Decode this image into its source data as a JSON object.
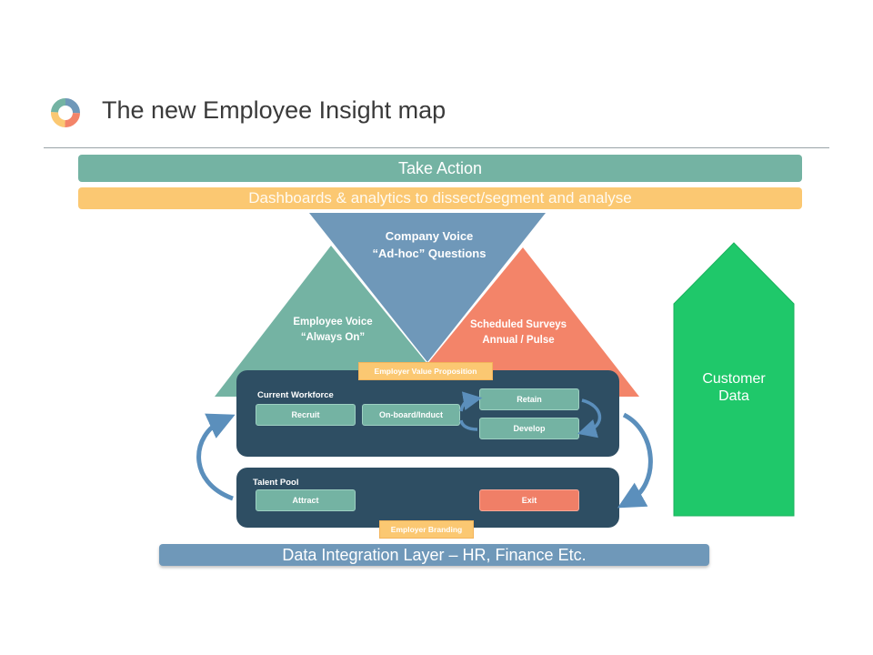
{
  "header": {
    "title": "The new Employee Insight map"
  },
  "bands": {
    "take_action": "Take Action",
    "dashboards": "Dashboards & analytics to dissect/segment and analyse",
    "data_integration": "Data Integration Layer – HR, Finance Etc."
  },
  "triangles": {
    "company_voice": {
      "line1": "Company  Voice",
      "line2": "“Ad-hoc” Questions",
      "color": "#6f98b9"
    },
    "employee_voice": {
      "line1": "Employee Voice",
      "line2": "“Always On”",
      "color": "#74b3a3"
    },
    "scheduled_surveys": {
      "line1": "Scheduled Surveys",
      "line2": "Annual / Pulse",
      "color": "#f38469"
    }
  },
  "workforce": {
    "tag": "Employer Value Proposition",
    "title": "Current Workforce",
    "recruit": "Recruit",
    "onboard": "On-board/Induct",
    "retain": "Retain",
    "develop": "Develop"
  },
  "talent": {
    "title": "Talent Pool",
    "attract": "Attract",
    "exit": "Exit",
    "tag": "Employer Branding"
  },
  "customer": {
    "line1": "Customer",
    "line2": "Data",
    "color": "#1fc86a"
  },
  "colors": {
    "panel": "#2e4e63",
    "arrow": "#5b8fbc",
    "logo": [
      "#f38469",
      "#fbc872",
      "#74b3a3",
      "#6f98b9"
    ]
  }
}
